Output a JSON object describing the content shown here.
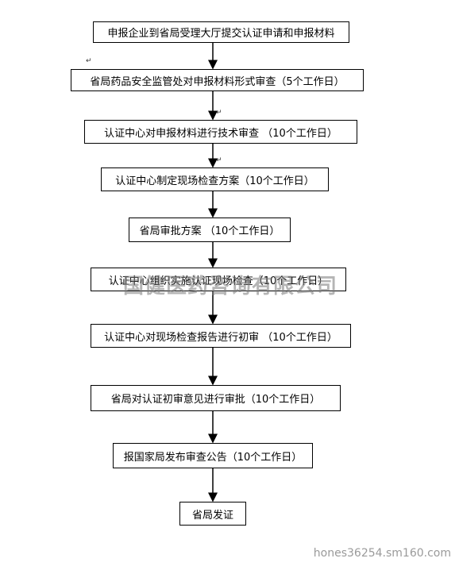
{
  "steps": [
    "申报企业到省局受理大厅提交认证申请和申报材料",
    "省局药品安全监管处对申报材料形式审查（5个工作日）",
    "认证中心对申报材料进行技术审查 （10个工作日）",
    "认证中心制定现场检查方案（10个工作日）",
    "省局审批方案 （10个工作日）",
    "认证中心组织实施认证现场检查（10个工作日）",
    "认证中心对现场检查报告进行初审 （10个工作日）",
    "省局对认证初审意见进行审批（10个工作日）",
    "报国家局发布审查公告（10个工作日）",
    "省局发证"
  ],
  "watermark": "国健医药咨询有限公司",
  "footer": "hones36254.sm160.com",
  "colors": {
    "line": "#000000",
    "watermark": "#888888",
    "footer": "#9a9a9a"
  }
}
